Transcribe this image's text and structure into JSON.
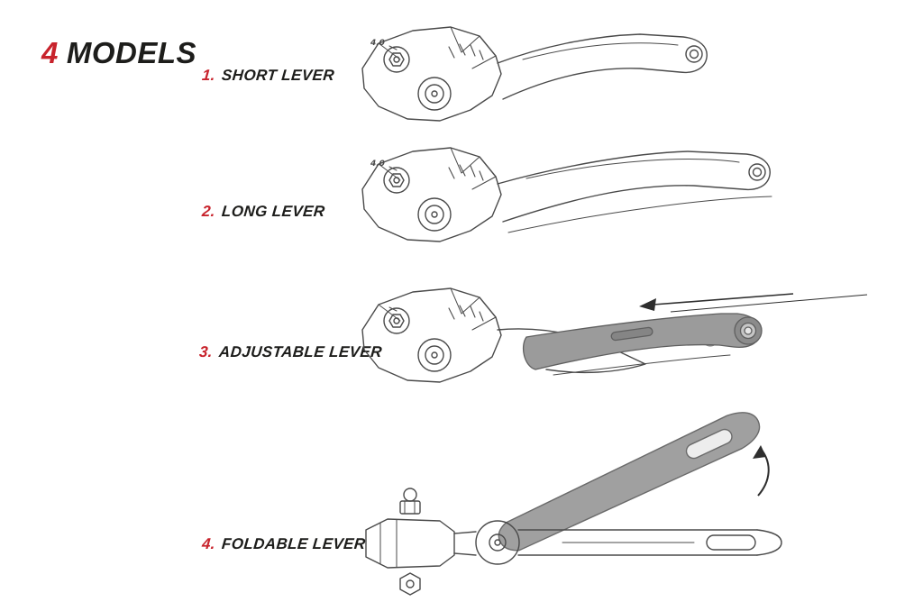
{
  "title": {
    "prefix": "4",
    "text": "MODELS"
  },
  "models": [
    {
      "number": "1.",
      "label": "SHORT LEVER"
    },
    {
      "number": "2.",
      "label": "LONG LEVER"
    },
    {
      "number": "3.",
      "label": "ADJUSTABLE LEVER"
    },
    {
      "number": "4.",
      "label": "FOLDABLE LEVER"
    }
  ],
  "markings": {
    "adjuster": "4.0"
  },
  "colors": {
    "accent": "#c8232c",
    "ink": "#1d1d1b",
    "line": "#4a4a4a",
    "shade": "#9b9b9b"
  }
}
